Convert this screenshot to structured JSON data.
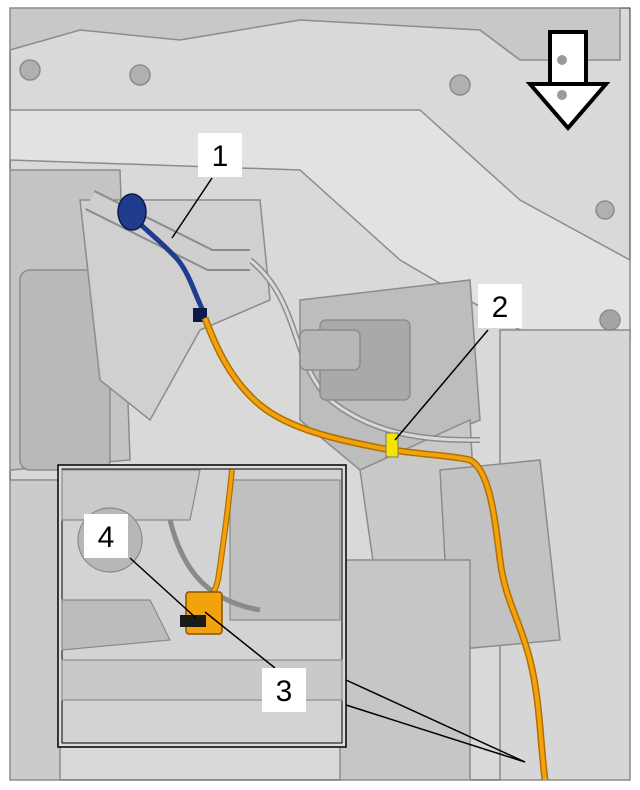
{
  "callouts": [
    {
      "id": 1,
      "label": "1"
    },
    {
      "id": 2,
      "label": "2"
    },
    {
      "id": 3,
      "label": "3"
    },
    {
      "id": 4,
      "label": "4"
    }
  ],
  "colors": {
    "background_engine": "#d9d9d9",
    "engine_shading": "#bdbdbd",
    "wire_harness": "#f2a20c",
    "sensor_blue": "#1f3c8f",
    "clip_yellow": "#f5e400",
    "arrow_black": "#000000"
  },
  "icons": {
    "direction_arrow": "down-arrow-icon"
  }
}
